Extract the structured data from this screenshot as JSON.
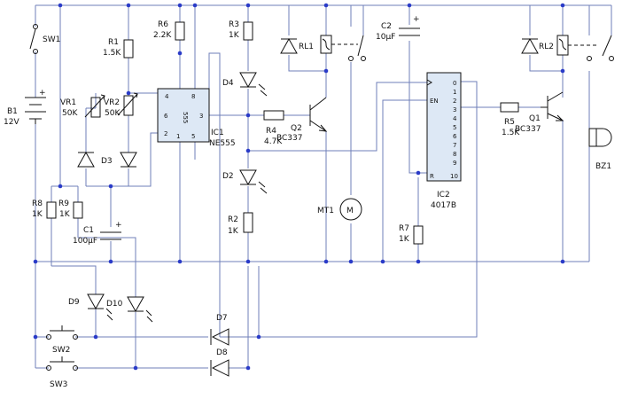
{
  "components": {
    "sw1": {
      "ref": "SW1"
    },
    "b1": {
      "ref": "B1",
      "value": "12V"
    },
    "r1": {
      "ref": "R1",
      "value": "1.5K"
    },
    "r6": {
      "ref": "R6",
      "value": "2.2K"
    },
    "r3": {
      "ref": "R3",
      "value": "1K"
    },
    "vr1": {
      "ref": "VR1",
      "value": "50K"
    },
    "vr2": {
      "ref": "VR2",
      "value": "50K"
    },
    "ic1": {
      "ref": "IC1",
      "value": "NE555",
      "chip_text": "555",
      "pins": [
        "4",
        "8",
        "6",
        "3",
        "2",
        "1",
        "5"
      ]
    },
    "d4": {
      "ref": "D4"
    },
    "d3": {
      "ref": "D3"
    },
    "r4": {
      "ref": "R4",
      "value": "4.7K"
    },
    "q2": {
      "ref": "Q2",
      "value": "BC337"
    },
    "rl1": {
      "ref": "RL1"
    },
    "c2": {
      "ref": "C2",
      "value": "10µF"
    },
    "ic2": {
      "ref": "IC2",
      "value": "4017B",
      "pins_right": [
        "0",
        "1",
        "2",
        "3",
        "4",
        "5",
        "6",
        "7",
        "8",
        "9",
        "10"
      ],
      "pins_left": [
        "EN",
        "R"
      ]
    },
    "rl2": {
      "ref": "RL2"
    },
    "r5": {
      "ref": "R5",
      "value": "1.5K"
    },
    "q1": {
      "ref": "Q1",
      "value": "BC337"
    },
    "bz1": {
      "ref": "BZ1"
    },
    "d2": {
      "ref": "D2"
    },
    "r8": {
      "ref": "R8",
      "value": "1K"
    },
    "r9": {
      "ref": "R9",
      "value": "1K"
    },
    "c1": {
      "ref": "C1",
      "value": "100µF"
    },
    "r2": {
      "ref": "R2",
      "value": "1K"
    },
    "mt1": {
      "ref": "MT1",
      "symbol": "M"
    },
    "r7": {
      "ref": "R7",
      "value": "1K"
    },
    "d9": {
      "ref": "D9"
    },
    "d10": {
      "ref": "D10"
    },
    "d7": {
      "ref": "D7"
    },
    "d8": {
      "ref": "D8"
    },
    "sw2": {
      "ref": "SW2"
    },
    "sw3": {
      "ref": "SW3"
    }
  },
  "polarity_mark": "+",
  "colors": {
    "wire": "#6f7fb8",
    "junction": "#2a3bc8",
    "component": "#111111",
    "chip_fill": "#dde8f5"
  }
}
